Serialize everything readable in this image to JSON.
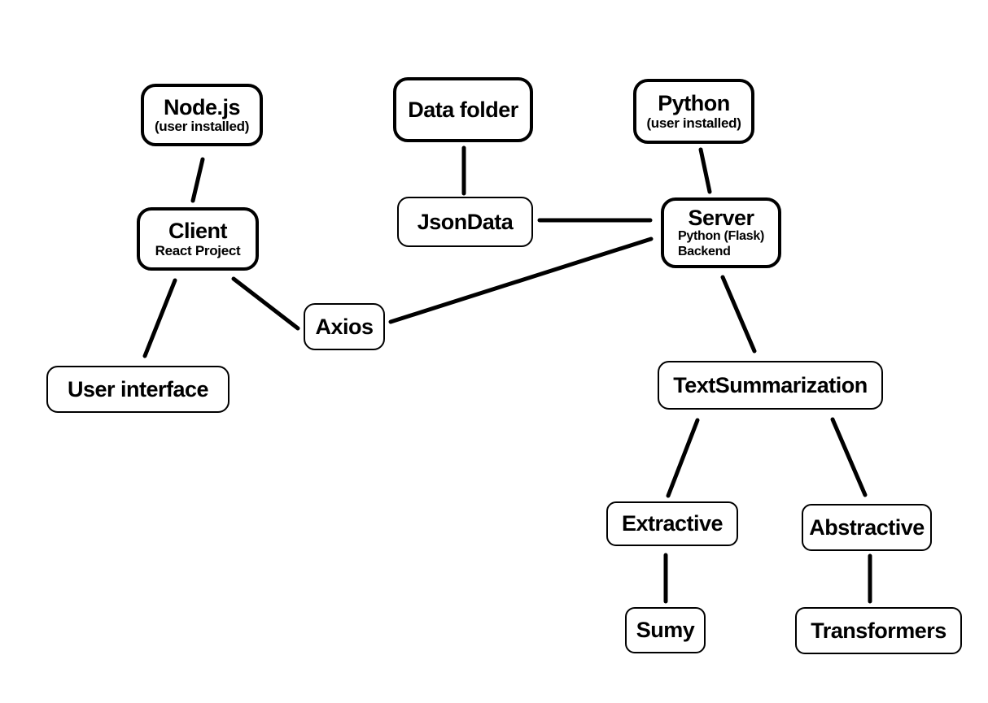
{
  "diagram": {
    "type": "architecture-diagram",
    "colors": {
      "background": "#ffffff",
      "node_border": "#000000",
      "node_fill": "#ffffff",
      "edge": "#000000",
      "text": "#000000"
    },
    "nodes": {
      "nodejs": {
        "title": "Node.js",
        "subtitle": "(user installed)"
      },
      "datafolder": {
        "title": "Data folder"
      },
      "python": {
        "title": "Python",
        "subtitle": "(user installed)"
      },
      "client": {
        "title": "Client",
        "subtitle": "React Project"
      },
      "jsondata": {
        "title": "JsonData"
      },
      "server": {
        "title": "Server",
        "subtitle_line1": "Python (Flask)",
        "subtitle_line2": "Backend"
      },
      "axios": {
        "title": "Axios"
      },
      "userinterface": {
        "title": "User interface"
      },
      "textsummarization": {
        "title": "TextSummarization"
      },
      "extractive": {
        "title": "Extractive"
      },
      "abstractive": {
        "title": "Abstractive"
      },
      "sumy": {
        "title": "Sumy"
      },
      "transformers": {
        "title": "Transformers"
      }
    },
    "edges": [
      {
        "from": "nodejs",
        "to": "client"
      },
      {
        "from": "client",
        "to": "userinterface"
      },
      {
        "from": "client",
        "to": "axios"
      },
      {
        "from": "axios",
        "to": "server"
      },
      {
        "from": "datafolder",
        "to": "jsondata"
      },
      {
        "from": "jsondata",
        "to": "server"
      },
      {
        "from": "python",
        "to": "server"
      },
      {
        "from": "server",
        "to": "textsummarization"
      },
      {
        "from": "textsummarization",
        "to": "extractive"
      },
      {
        "from": "textsummarization",
        "to": "abstractive"
      },
      {
        "from": "extractive",
        "to": "sumy"
      },
      {
        "from": "abstractive",
        "to": "transformers"
      }
    ]
  }
}
